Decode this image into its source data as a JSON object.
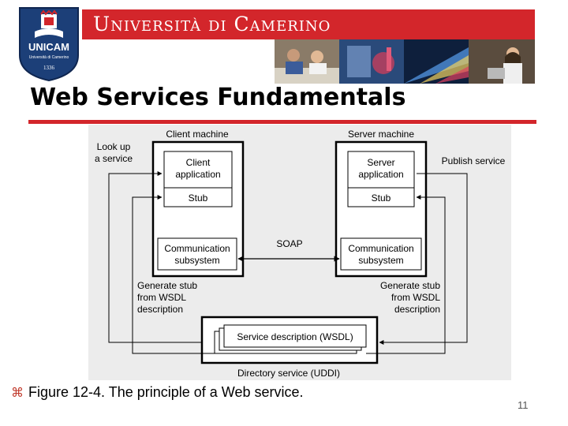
{
  "header": {
    "logo": {
      "name": "UNICAM",
      "subtitle": "Università di Camerino",
      "year": "1336",
      "colors": {
        "shield": "#1c3f78",
        "accent": "#d3262b"
      }
    },
    "university_name": "Università di Camerino",
    "banner_color": "#d3262b"
  },
  "slide": {
    "title": "Web Services Fundamentals",
    "caption": "Figure 12-4. The principle of a Web service.",
    "bullet_icon": "command-key-icon",
    "page_number": "11"
  },
  "diagram": {
    "client_machine": "Client machine",
    "server_machine": "Server machine",
    "client_app_line1": "Client",
    "client_app_line2": "application",
    "server_app_line1": "Server",
    "server_app_line2": "application",
    "stub": "Stub",
    "comm_line1": "Communication",
    "comm_line2": "subsystem",
    "soap": "SOAP",
    "look_up_line1": "Look up",
    "look_up_line2": "a service",
    "publish": "Publish service",
    "gen_line1": "Generate stub",
    "gen_line2": "from WSDL",
    "gen_line3": "description",
    "wsdl": "Service description (WSDL)",
    "uddi": "Directory service (UDDI)"
  }
}
